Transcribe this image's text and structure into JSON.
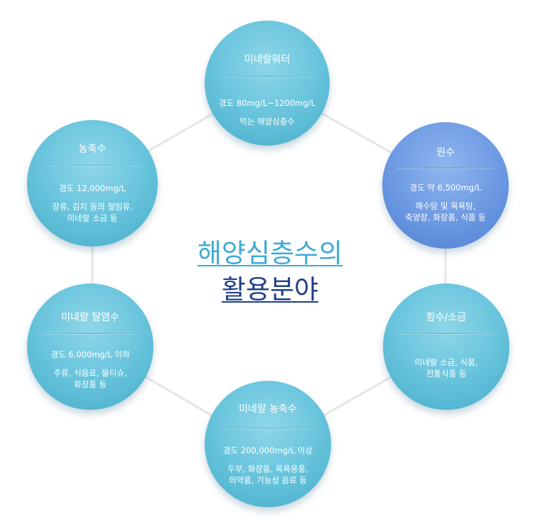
{
  "colors": {
    "teal_node": "#6cc6de",
    "blue_node": "#6f9be3",
    "center_line1": "#3eaad4",
    "center_line2": "#1f3f88",
    "connector": "#e4e6e8"
  },
  "center": {
    "line1": "해양심층수의",
    "line2": "활용분야"
  },
  "nodes": {
    "mineral_water": {
      "title": "미네랄워터",
      "hardness": "경도 80mg/L~1200mg/L",
      "use": "먹는 해양심층수"
    },
    "raw_water": {
      "title": "원수",
      "hardness": "경도 약 6,500mg/L",
      "use": "해수탕 및 목욕탕,\n축양장, 화장품, 식품 등"
    },
    "salt_water": {
      "title": "함수/소금",
      "hardness": "",
      "use": "미네랄 소금, 식품,\n전통식품 등"
    },
    "mineral_concentrate": {
      "title": "미네랄 농축수",
      "hardness": "경도 200,000mg/L 이상",
      "use": "두부, 화장품, 목욕용품,\n의약품, 기능성 음료 등"
    },
    "mineral_desalted": {
      "title": "미네랄 탈염수",
      "hardness": "경도 6,000mg/L 이하",
      "use": "주류, 식음료, 물티슈,\n화장품 등"
    },
    "concentrate": {
      "title": "농축수",
      "hardness": "경도 12,000mg/L",
      "use": "장류, 김치 등의 절임류,\n미네랄 소금 등"
    }
  }
}
